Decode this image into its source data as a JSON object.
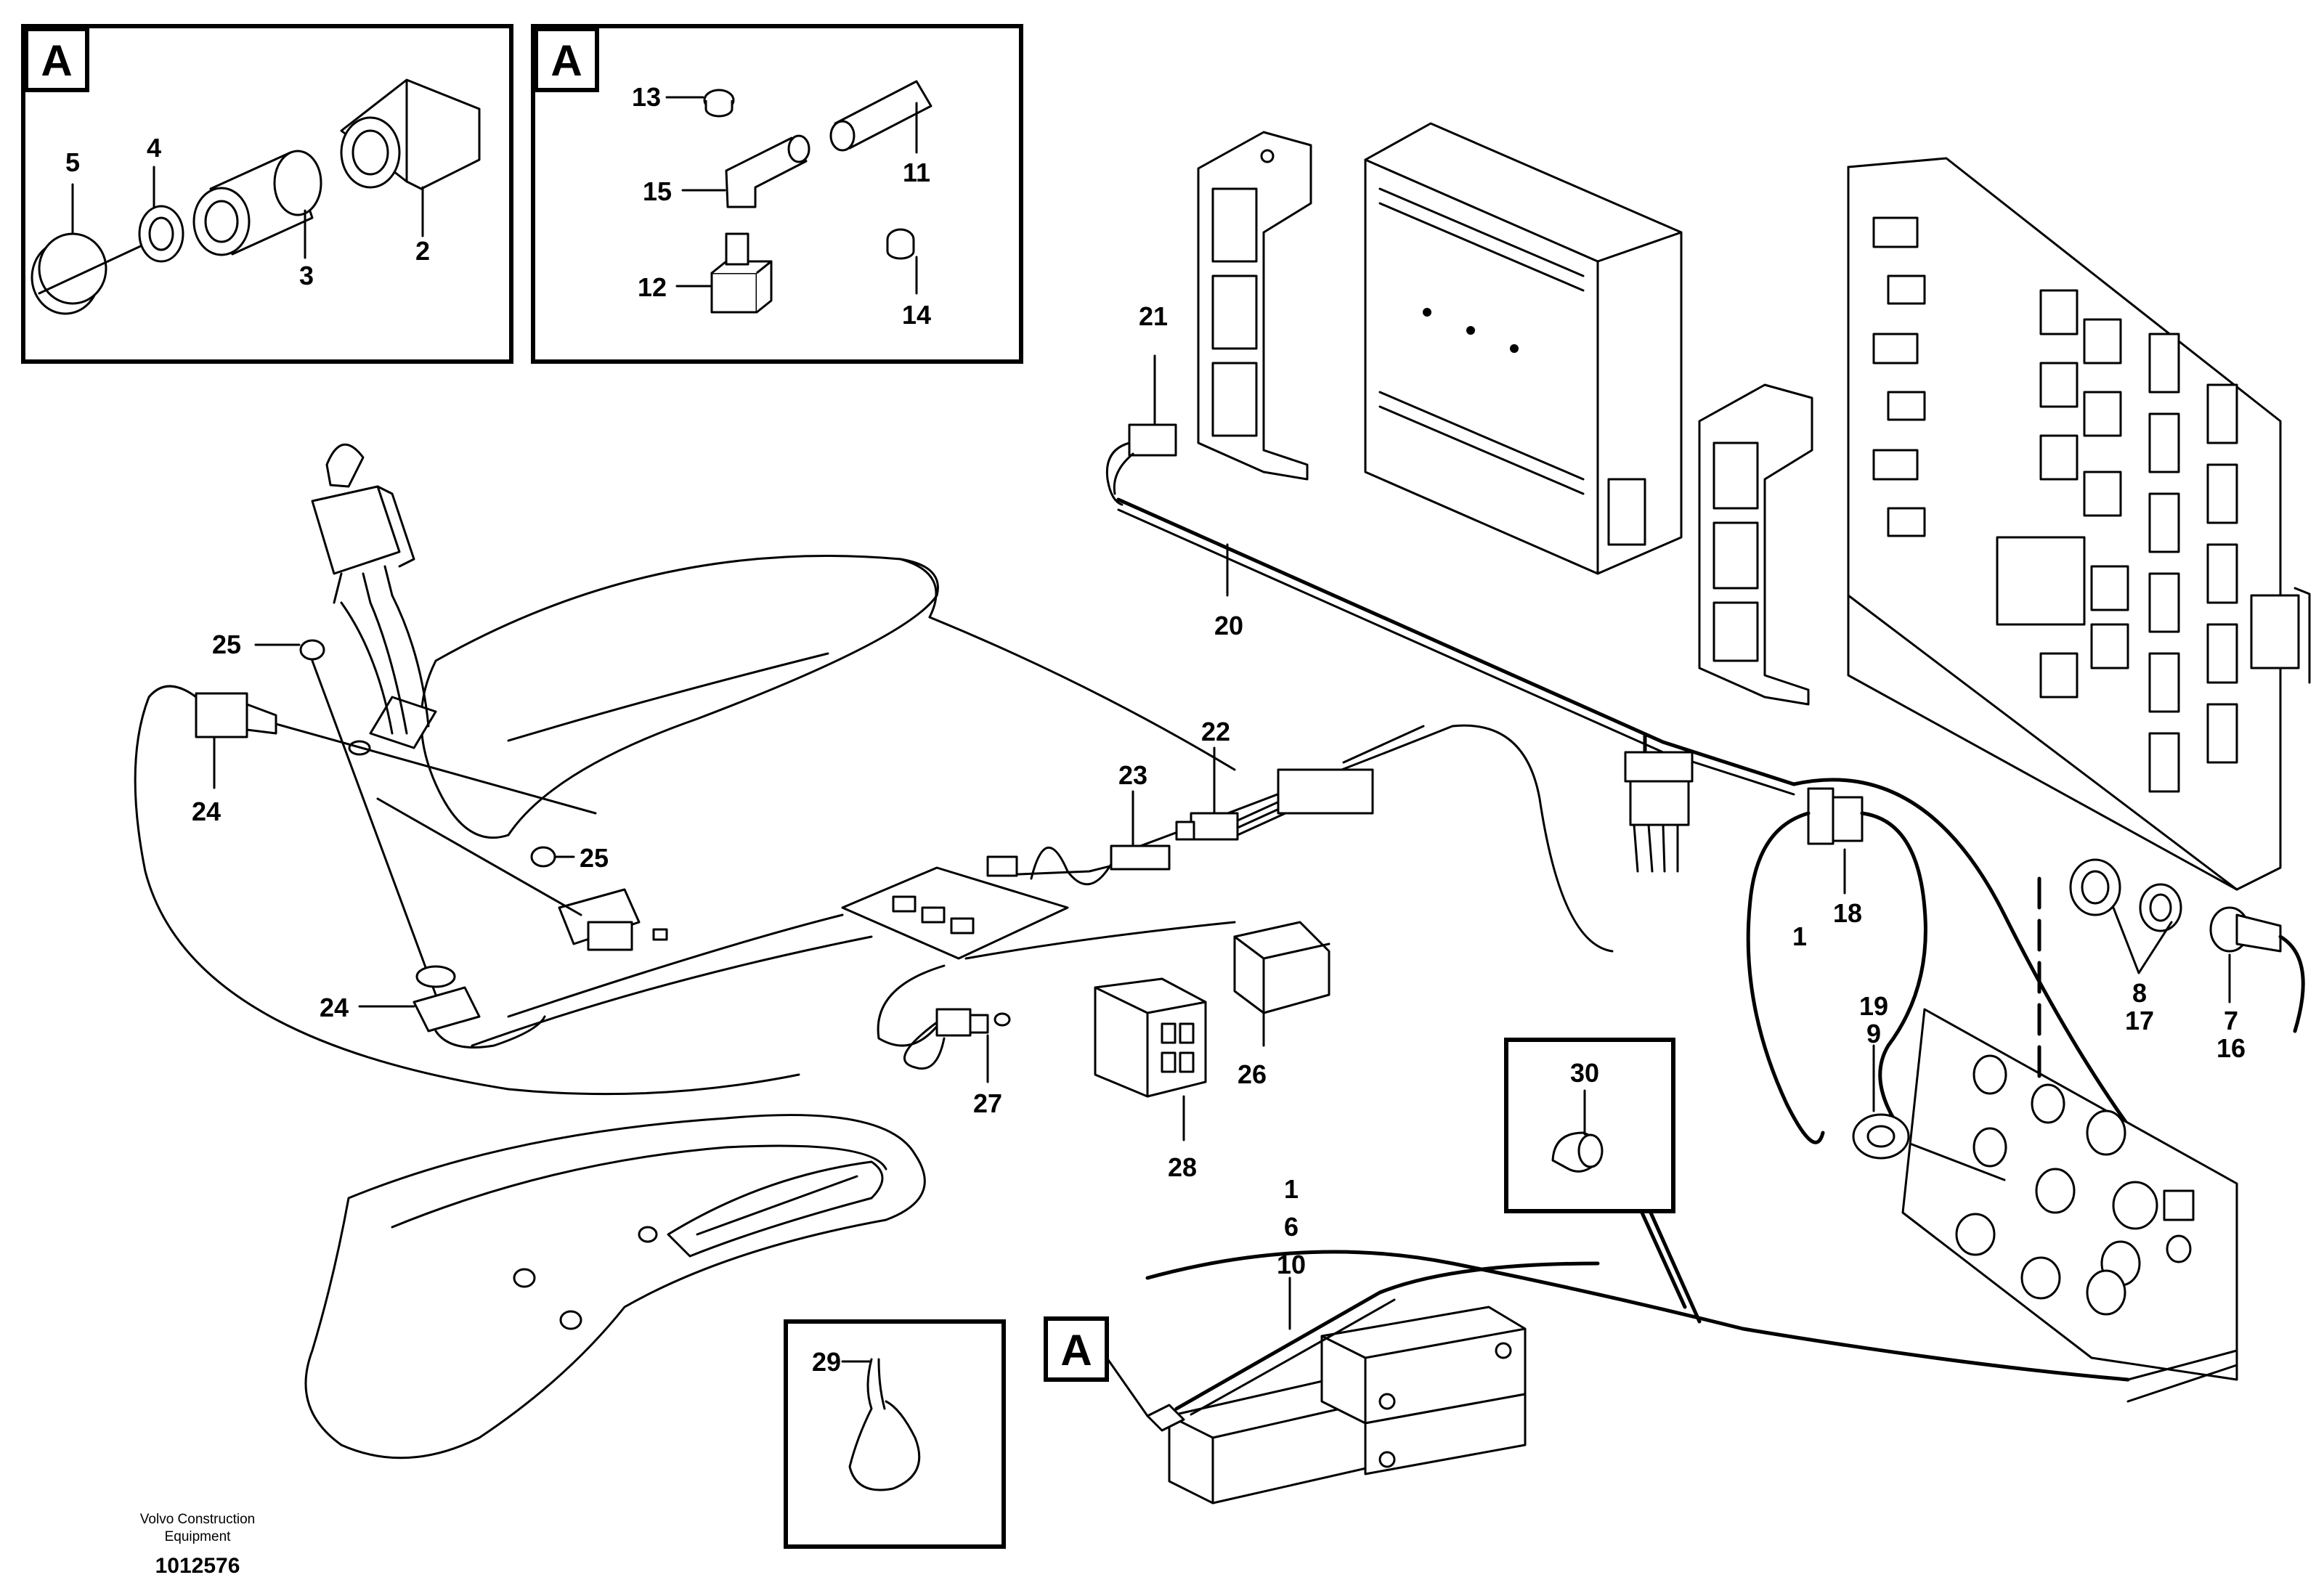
{
  "diagram": {
    "inset_badge": "A",
    "part_numbers": {
      "p1": "1",
      "p2": "2",
      "p3": "3",
      "p4": "4",
      "p5": "5",
      "p6": "6",
      "p7": "7",
      "p8": "8",
      "p9": "9",
      "p10": "10",
      "p11": "11",
      "p12": "12",
      "p13": "13",
      "p14": "14",
      "p15": "15",
      "p16": "16",
      "p17": "17",
      "p18": "18",
      "p19": "19",
      "p20": "20",
      "p21": "21",
      "p22": "22",
      "p23": "23",
      "p24": "24",
      "p25": "25",
      "p26": "26",
      "p27": "27",
      "p28": "28",
      "p29": "29",
      "p30": "30"
    },
    "footer": {
      "brand_line1": "Volvo Construction",
      "brand_line2": "Equipment",
      "drawing_number": "1012576"
    }
  }
}
